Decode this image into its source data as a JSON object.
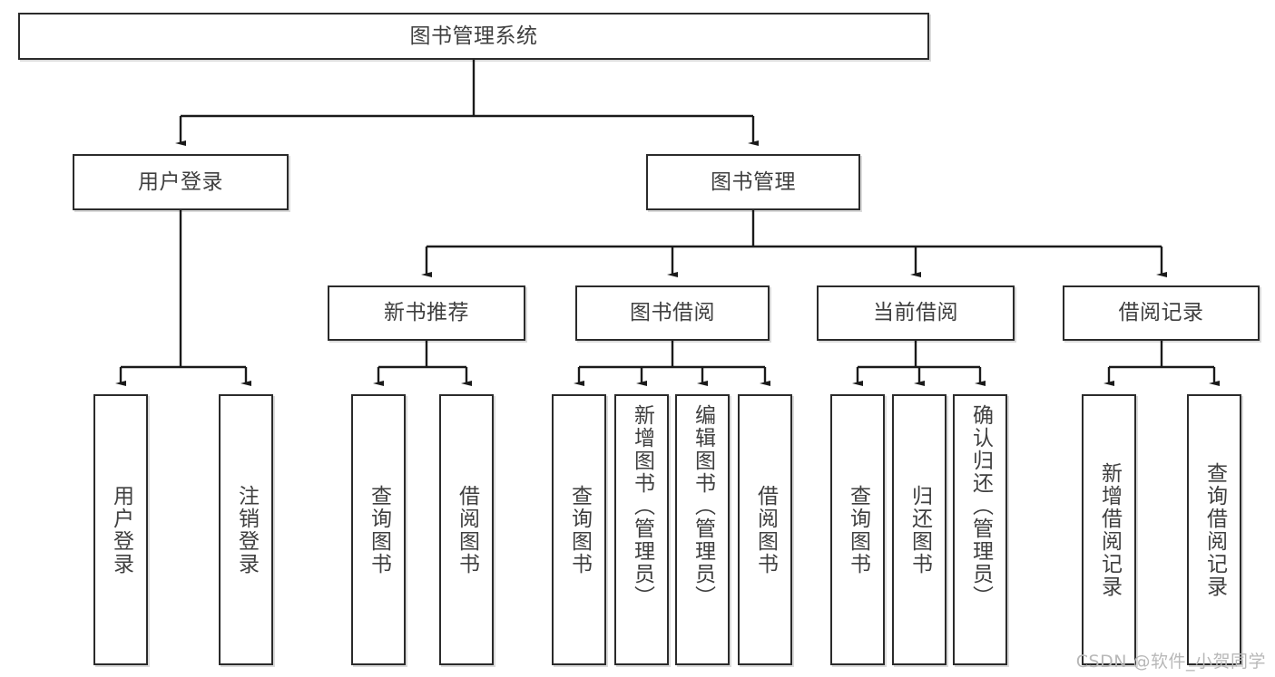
{
  "diagram": {
    "title": "图书管理系统",
    "type": "tree-hierarchy-chart",
    "watermark": "CSDN @软件_小贺同学",
    "colors": {
      "box_border": "#2b2b2b",
      "box_fill": "#ffffff",
      "text": "#3f3f3f",
      "edge": "#1a1a1a",
      "watermark": "#b8b8b8"
    },
    "root": {
      "label": "图书管理系统"
    },
    "level2": [
      {
        "label": "用户登录"
      },
      {
        "label": "图书管理"
      }
    ],
    "level3": [
      {
        "label": "新书推荐"
      },
      {
        "label": "图书借阅"
      },
      {
        "label": "当前借阅"
      },
      {
        "label": "借阅记录"
      }
    ],
    "leaves": {
      "user_login": [
        {
          "label": "用户登录"
        },
        {
          "label": "注销登录"
        }
      ],
      "new_book_recommend": [
        {
          "label": "查询图书"
        },
        {
          "label": "借阅图书"
        }
      ],
      "book_borrow": [
        {
          "label": "查询图书"
        },
        {
          "label": "新增图书（管理员）"
        },
        {
          "label": "编辑图书（管理员）"
        },
        {
          "label": "借阅图书"
        }
      ],
      "current_borrow": [
        {
          "label": "查询图书"
        },
        {
          "label": "归还图书"
        },
        {
          "label": "确认归还（管理员）"
        }
      ],
      "borrow_record": [
        {
          "label": "新增借阅记录"
        },
        {
          "label": "查询借阅记录"
        }
      ]
    }
  }
}
